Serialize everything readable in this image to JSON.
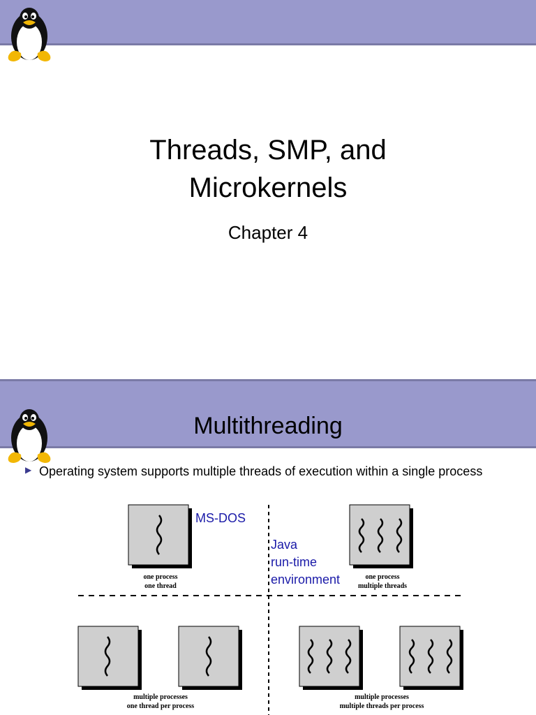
{
  "slide1": {
    "title_line1": "Threads, SMP, and",
    "title_line2": "Microkernels",
    "subtitle": "Chapter 4"
  },
  "slide2": {
    "title": "Multithreading",
    "bullet_text": "Operating system supports multiple threads of execution within a single process",
    "labels": {
      "msdos": "MS-DOS",
      "java_line1": "Java",
      "java_line2": "run-time",
      "java_line3": "environment"
    },
    "captions": {
      "q1_line1": "one process",
      "q1_line2": "one thread",
      "q2_line1": "one process",
      "q2_line2": "multiple threads",
      "q3_line1": "multiple processes",
      "q3_line2": "one thread per process",
      "q4_line1": "multiple processes",
      "q4_line2": "multiple threads per process"
    }
  },
  "colors": {
    "band": "#9999cc",
    "band_line": "#7a7aa6",
    "label_blue": "#1a1aa8",
    "box_fill": "#cfcfcf"
  },
  "icons": [
    "tux-penguin-icon",
    "bullet-triangle-icon",
    "thread-squiggle-icon"
  ]
}
